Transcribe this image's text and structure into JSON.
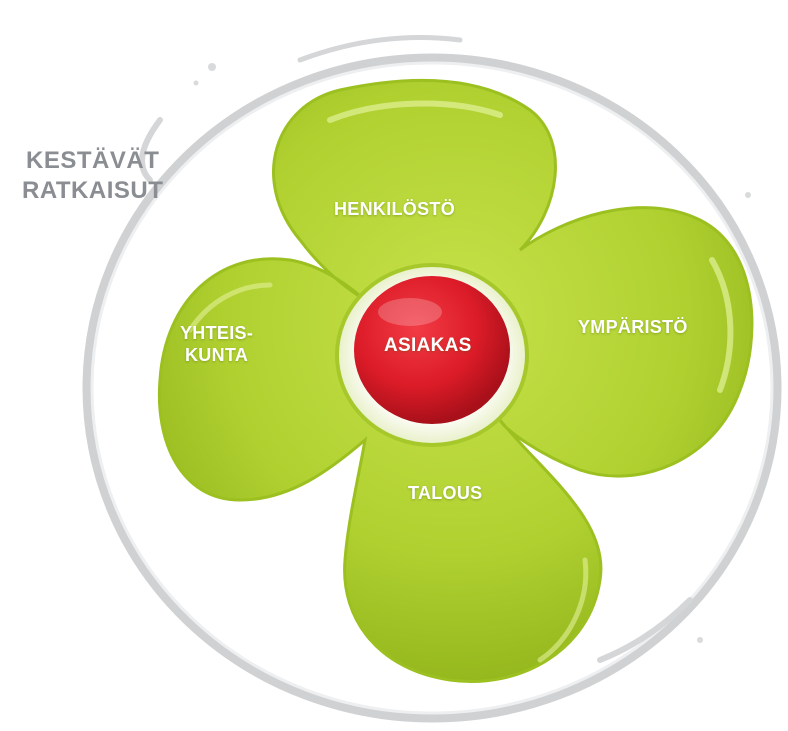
{
  "title_lines": [
    "KESTÄVÄT",
    "RATKAISUT"
  ],
  "center_label": "ASIAKAS",
  "petals": {
    "top": "HENKILÖSTÖ",
    "right": "YMPÄRISTÖ",
    "bottom": "TALOUS",
    "left_lines": [
      "YHTEIS-",
      "KUNTA"
    ]
  },
  "colors": {
    "petal_green": "#b3d335",
    "center_red": "#e01e2a",
    "ring_gray": "#c8cacc",
    "title_gray": "#8a8d91"
  }
}
